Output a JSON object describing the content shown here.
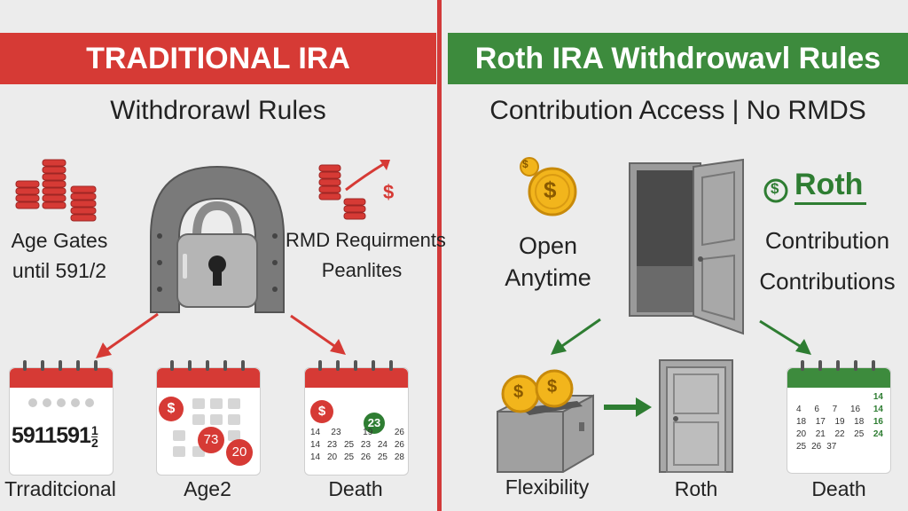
{
  "colors": {
    "traditional": "#d63a35",
    "roth": "#3d8b3d",
    "background": "#ececec"
  },
  "traditional": {
    "banner": "TRADITIONAL IRA",
    "subtitle": "Withdrorawl Rules",
    "age_gates_line1": "Age Gates",
    "age_gates_line2": "until 591/2",
    "rmd_line1": "RMD Requirments",
    "rmd_line2": "Peanlites",
    "cal1_number": "5911591",
    "cal1_fraction_top": "1",
    "cal1_fraction_bottom": "2",
    "cal1_label": "Trraditcional",
    "cal2_coin": "$",
    "cal2_num1": "73",
    "cal2_num2": "20",
    "cal2_label": "Age2",
    "cal3_coin": "$",
    "cal3_highlight": "23",
    "cal3_row1": [
      "14",
      "23",
      "",
      "19",
      "",
      "26"
    ],
    "cal3_row2": [
      "14",
      "23",
      "25",
      "23",
      "24",
      "26"
    ],
    "cal3_row3": [
      "14",
      "20",
      "25",
      "26",
      "25",
      "28"
    ],
    "cal3_label": "Death",
    "coin_symbol": "$"
  },
  "roth": {
    "banner": "Roth IRA Withdrowavl Rules",
    "subtitle": "Contribution Access | No RMDS",
    "open_line1": "Open",
    "open_line2": "Anytime",
    "coin_symbol": "$",
    "roth_logo_symbol": "$",
    "roth_logo_text": "Roth",
    "contribution_line1": "Contribution",
    "contribution_line2": "Contributions",
    "flexibility_label": "Flexibility",
    "door_label": "Roth",
    "cal_label": "Death",
    "cal_row1": [
      "",
      "",
      "",
      "",
      "14"
    ],
    "cal_row2": [
      "4",
      "6",
      "7",
      "16",
      "14"
    ],
    "cal_row3": [
      "18",
      "17",
      "19",
      "18",
      "16"
    ],
    "cal_row4": [
      "20",
      "21",
      "22",
      "25",
      "24"
    ],
    "cal_row5": [
      "25",
      "26",
      "37",
      "",
      ""
    ]
  }
}
